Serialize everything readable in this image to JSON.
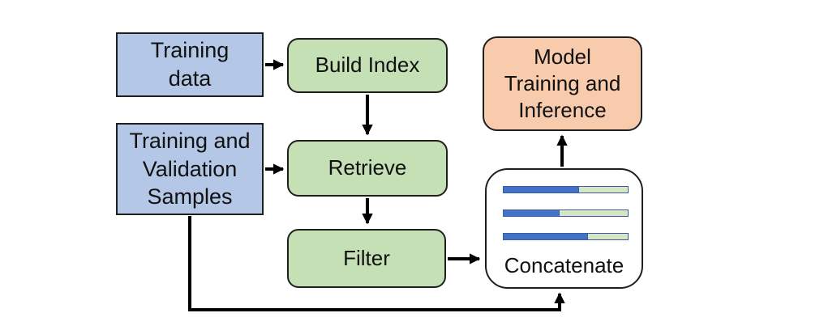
{
  "diagram": {
    "title": "retrieval-augmented training pipeline",
    "background_color": "#ffffff",
    "arrow_color": "#000000",
    "nodes": {
      "training_data": {
        "label": "Training\ndata",
        "fill": "#b4c7e7",
        "border": "#1f1f1f",
        "shape": "rectangle"
      },
      "samples": {
        "label": "Training and\nValidation\nSamples",
        "fill": "#b4c7e7",
        "border": "#1f1f1f",
        "shape": "rectangle"
      },
      "build_index": {
        "label": "Build Index",
        "fill": "#c5e0b4",
        "border": "#1f1f1f",
        "shape": "rounded-rectangle"
      },
      "retrieve": {
        "label": "Retrieve",
        "fill": "#c5e0b4",
        "border": "#1f1f1f",
        "shape": "rounded-rectangle"
      },
      "filter": {
        "label": "Filter",
        "fill": "#c5e0b4",
        "border": "#1f1f1f",
        "shape": "rounded-rectangle"
      },
      "model": {
        "label": "Model\nTraining and\nInference",
        "fill": "#f8cbad",
        "border": "#1f1f1f",
        "shape": "rounded-rectangle"
      },
      "concatenate": {
        "label": "Concatenate",
        "fill": "#ffffff",
        "border": "#1f1f1f",
        "shape": "rounded-rectangle",
        "bar_blue_color": "#4472c4",
        "bar_green_color": "#d6e5c4",
        "bar_border_color": "#3a5da8",
        "bars": [
          {
            "blue_fraction": 0.61,
            "green_fraction": 0.39
          },
          {
            "blue_fraction": 0.45,
            "green_fraction": 0.55
          },
          {
            "blue_fraction": 0.68,
            "green_fraction": 0.32
          }
        ]
      }
    },
    "edges": [
      {
        "from": "training_data",
        "to": "build_index",
        "route": "straight-right"
      },
      {
        "from": "build_index",
        "to": "retrieve",
        "route": "straight-down"
      },
      {
        "from": "samples",
        "to": "retrieve",
        "route": "straight-right"
      },
      {
        "from": "retrieve",
        "to": "filter",
        "route": "straight-down"
      },
      {
        "from": "filter",
        "to": "concatenate",
        "route": "straight-right"
      },
      {
        "from": "concatenate",
        "to": "model",
        "route": "straight-up"
      },
      {
        "from": "samples",
        "to": "concatenate",
        "route": "elbow-down-right-up"
      }
    ]
  }
}
